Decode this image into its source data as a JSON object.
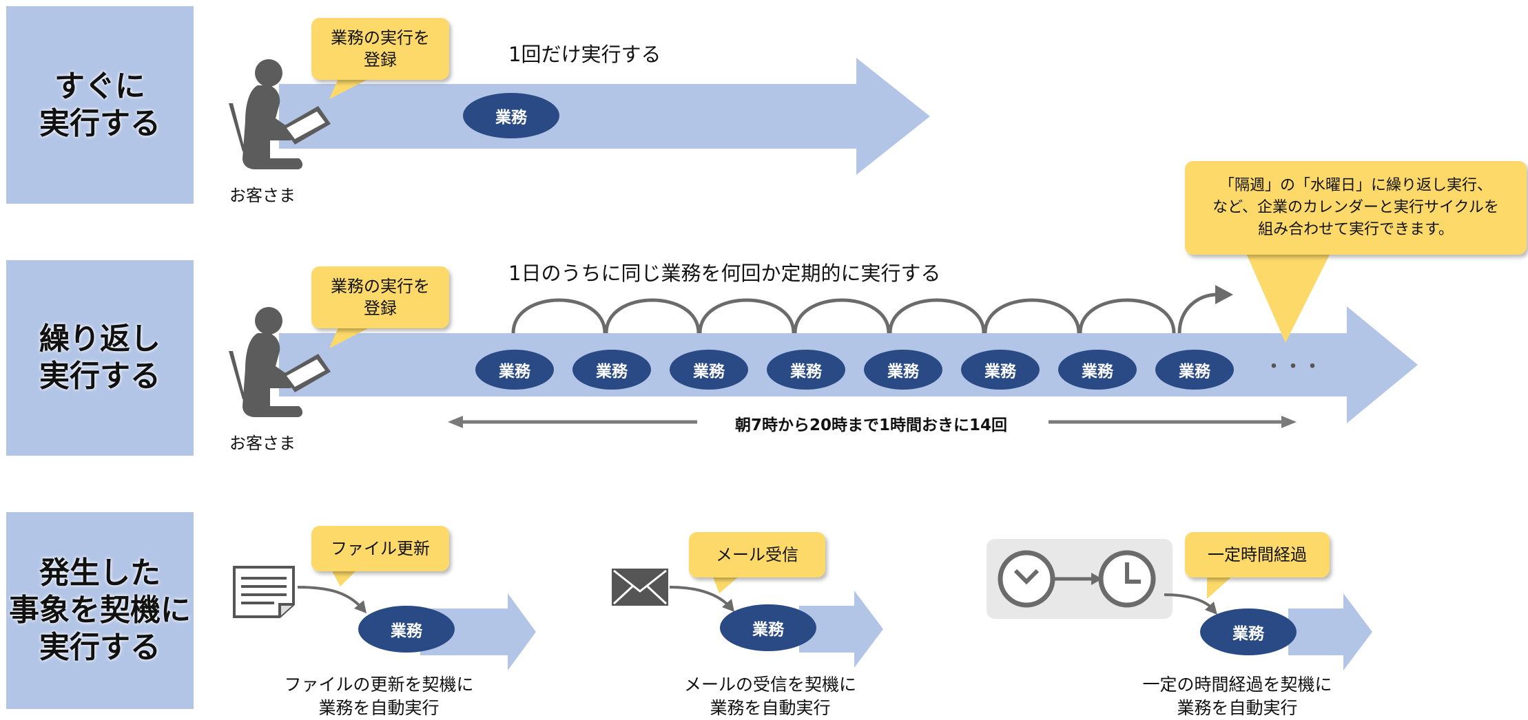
{
  "rows": [
    {
      "label_lines": [
        "すぐに",
        "実行する"
      ]
    },
    {
      "label_lines": [
        "繰り返し",
        "実行する"
      ]
    },
    {
      "label_lines": [
        "発生した",
        "事象を契機に",
        "実行する"
      ]
    }
  ],
  "row1": {
    "bubble_lines": [
      "業務の実行を",
      "登録"
    ],
    "caption": "1回だけ実行する",
    "task": "業務",
    "person_label": "お客さま"
  },
  "row2": {
    "bubble_lines": [
      "業務の実行を",
      "登録"
    ],
    "caption": "1日のうちに同じ業務を何回か定期的に実行する",
    "tasks": [
      "業務",
      "業務",
      "業務",
      "業務",
      "業務",
      "業務",
      "業務",
      "業務"
    ],
    "ellipsis": "・・・",
    "span_label": "朝7時から20時まで1時間おきに14回",
    "callout_lines": [
      "「隔週」の「水曜日」に繰り返し実行、",
      "など、企業のカレンダーと実行サイクルを",
      "組み合わせて実行できます。"
    ],
    "person_label": "お客さま"
  },
  "row3": {
    "triggers": [
      {
        "bubble": "ファイル更新",
        "task": "業務",
        "caption_lines": [
          "ファイルの更新を契機に",
          "業務を自動実行"
        ],
        "icon": "document-icon"
      },
      {
        "bubble": "メール受信",
        "task": "業務",
        "caption_lines": [
          "メールの受信を契機に",
          "業務を自動実行"
        ],
        "icon": "envelope-icon"
      },
      {
        "bubble": "一定時間経過",
        "task": "業務",
        "caption_lines": [
          "一定の時間経過を契機に",
          "業務を自動実行"
        ],
        "icon": "clock-icon"
      }
    ]
  },
  "colors": {
    "label_bg": "#b3c5e6",
    "arrow": "#b3c5e6",
    "task": "#2a4a86",
    "bubble": "#fcd969",
    "gray": "#6b6b6b"
  }
}
